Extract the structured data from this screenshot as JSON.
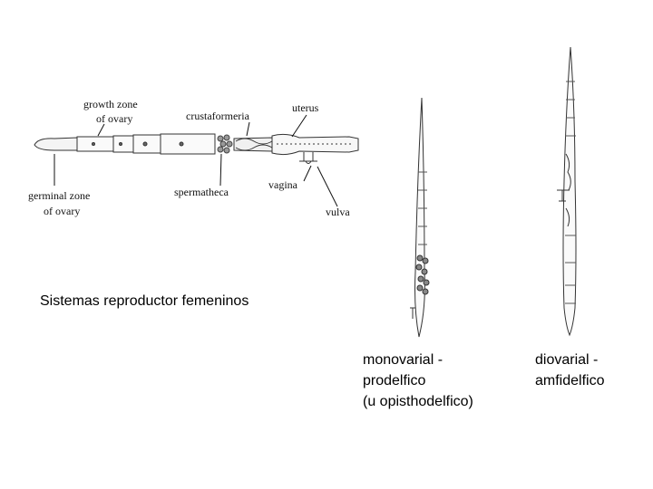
{
  "diagram": {
    "labels": {
      "growth_zone_line1": "growth zone",
      "growth_zone_line2": "of ovary",
      "crustaformeria": "crustaformeria",
      "uterus": "uterus",
      "germinal_zone_line1": "germinal zone",
      "germinal_zone_line2": "of ovary",
      "spermatheca": "spermatheca",
      "vagina": "vagina",
      "vulva": "vulva"
    }
  },
  "captions": {
    "title": "Sistemas reproductor femeninos",
    "monovarial_line1": "monovarial -",
    "monovarial_line2": "prodelfico",
    "monovarial_line3": "(u opisthodelfico)",
    "diovarial_line1": "diovarial -",
    "diovarial_line2": "amfidelfico"
  }
}
